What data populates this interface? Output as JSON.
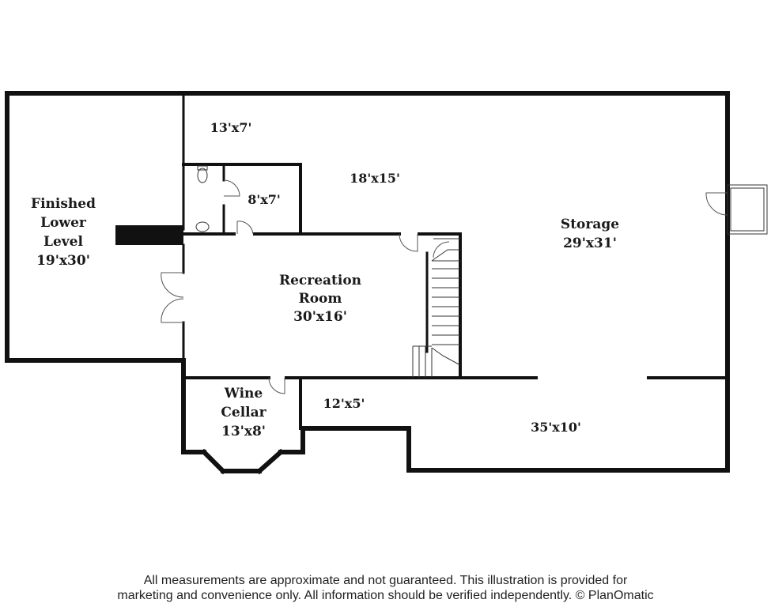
{
  "rooms": {
    "finished_lower_level": {
      "line1": "Finished",
      "line2": "Lower",
      "line3": "Level",
      "dims": "19'x30'"
    },
    "recreation_room": {
      "line1": "Recreation",
      "line2": "Room",
      "dims": "30'x16'"
    },
    "storage": {
      "name": "Storage",
      "dims": "29'x31'"
    },
    "wine_cellar": {
      "line1": "Wine",
      "line2": "Cellar",
      "dims": "13'x8'"
    },
    "area_13x7": {
      "dims": "13'x7'"
    },
    "area_18x15": {
      "dims": "18'x15'"
    },
    "bath_8x7": {
      "dims": "8'x7'"
    },
    "area_12x5": {
      "dims": "12'x5'"
    },
    "area_35x10": {
      "dims": "35'x10'"
    }
  },
  "disclaimer": {
    "line1": "All measurements are approximate and not guaranteed. This illustration is provided for",
    "line2": "marketing and convenience only. All information should be verified independently. © PlanOmatic"
  }
}
